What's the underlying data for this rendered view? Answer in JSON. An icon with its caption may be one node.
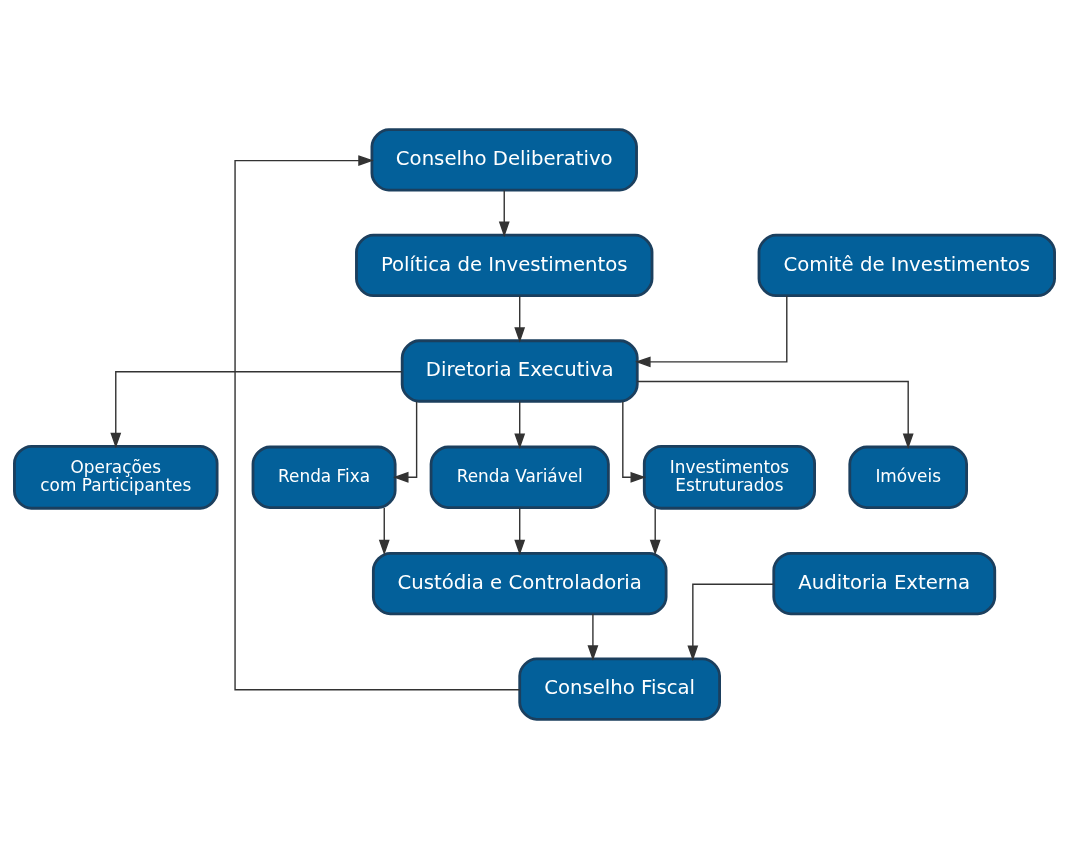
{
  "diagram": {
    "nodes": [
      {
        "text": [
          "Conselho Deliberativo"
        ]
      },
      {
        "text": [
          "Política de Investimentos"
        ]
      },
      {
        "text": [
          "Comitê de Investimentos"
        ]
      },
      {
        "text": [
          "Diretoria Executiva"
        ]
      },
      {
        "text": [
          "Operações com Participantes"
        ]
      },
      {
        "text": [
          "Renda Fixa"
        ]
      },
      {
        "text": [
          "Renda Variável"
        ]
      },
      {
        "text": [
          "Investimentos Estruturados"
        ]
      },
      {
        "text": [
          "Imóveis"
        ]
      },
      {
        "text": [
          "Custódia e Controladoria"
        ]
      },
      {
        "text": [
          "Auditoria Externa"
        ]
      },
      {
        "text": [
          "Conselho Fiscal"
        ]
      }
    ],
    "edges": [
      {
        "from": 0,
        "to": 1,
        "arrow": "to"
      },
      {
        "from": 1,
        "to": 3,
        "arrow": "to"
      },
      {
        "from": 2,
        "to": 3,
        "arrow": "to"
      },
      {
        "from": 3,
        "to": 4,
        "arrow": "to"
      },
      {
        "from": 3,
        "to": 5,
        "arrow": "to"
      },
      {
        "from": 3,
        "to": 6,
        "arrow": "to"
      },
      {
        "from": 3,
        "to": 7,
        "arrow": "to"
      },
      {
        "from": 3,
        "to": 8,
        "arrow": "to"
      },
      {
        "from": 5,
        "to": 9,
        "arrow": "to"
      },
      {
        "from": 6,
        "to": 9,
        "arrow": "to"
      },
      {
        "from": 7,
        "to": 9,
        "arrow": "to"
      },
      {
        "from": 9,
        "to": 11,
        "arrow": "to"
      },
      {
        "from": 10,
        "to": 11,
        "arrow": "to"
      },
      {
        "from": 11,
        "to": 0,
        "arrow": "to"
      }
    ]
  }
}
